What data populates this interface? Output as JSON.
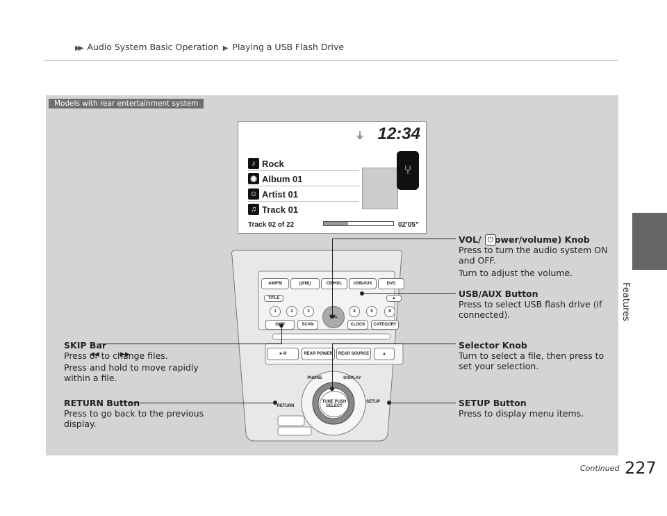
{
  "header": {
    "breadcrumb": [
      "Audio System Basic Operation",
      "Playing a USB Flash Drive"
    ]
  },
  "side_tab": {
    "label": "Features"
  },
  "figure": {
    "tag": "Models with rear entertainment system",
    "screen": {
      "clock": "12:34",
      "rows": [
        {
          "icon": "guitar-icon",
          "text": "Rock"
        },
        {
          "icon": "album-icon",
          "text": "Album 01"
        },
        {
          "icon": "artist-icon",
          "text": "Artist 01"
        },
        {
          "icon": "note-icon",
          "text": "Track 01"
        }
      ],
      "track_count": "Track 02 of 22",
      "time": "02’05”",
      "progress": 0.35
    },
    "panel": {
      "row1": [
        "AM/FM",
        "((XM))",
        "CD/HDL",
        "USB/AUX",
        "DVD"
      ],
      "title": "TITLE",
      "presets": [
        "1",
        "2",
        "3",
        "4",
        "5",
        "6"
      ],
      "vol": "VOL",
      "skip": "SKIP",
      "scan": "SCAN",
      "clock": "CLOCK",
      "category": "CATEGORY",
      "play_pause": "►/II",
      "rear_power": "REAR POWER",
      "rear_source": "REAR SOURCE",
      "phone": "PHONE",
      "display": "DISPLAY",
      "tune": "TUNE PUSH SELECT",
      "return": "RETURN",
      "setup": "SETUP"
    },
    "callouts": {
      "vol": {
        "title": "VOL/  (Power/volume) Knob",
        "lines": [
          "Press to turn the audio system ON and OFF.",
          "Turn to adjust the volume."
        ]
      },
      "usb": {
        "title": "USB/AUX Button",
        "lines": [
          "Press to select USB flash drive (if connected)."
        ]
      },
      "skip": {
        "title": "SKIP Bar",
        "lines": [
          "Press  or  to change files.",
          "Press and hold to move rapidly within a file."
        ]
      },
      "selector": {
        "title": "Selector Knob",
        "lines": [
          "Turn to select a file, then press to set your selection."
        ]
      },
      "return": {
        "title": "RETURN Button",
        "lines": [
          "Press to go back to the previous display."
        ]
      },
      "setup": {
        "title": "SETUP Button",
        "lines": [
          "Press to display menu items."
        ]
      }
    }
  },
  "footer": {
    "continued": "Continued",
    "page_number": "227"
  }
}
